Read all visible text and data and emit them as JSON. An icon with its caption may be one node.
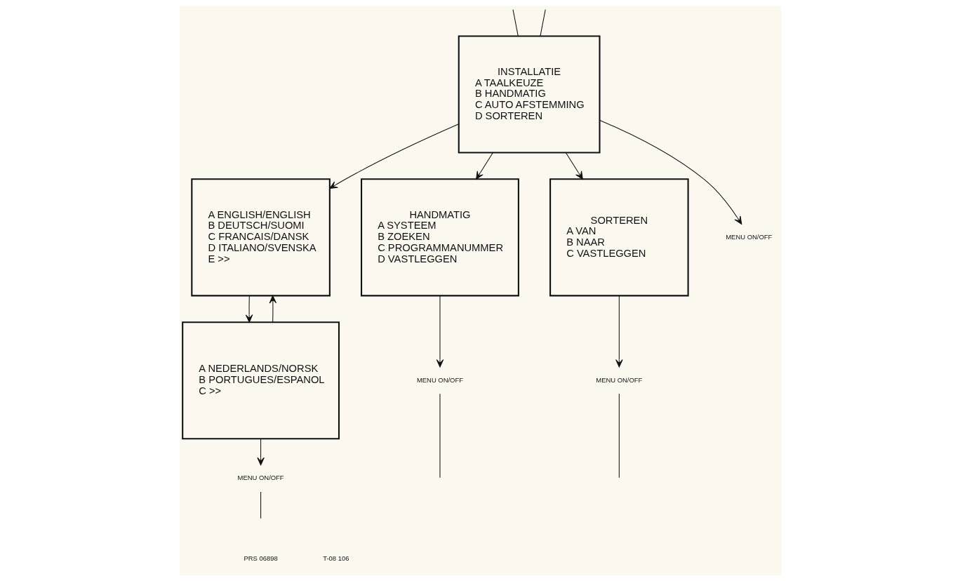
{
  "diagram": {
    "nodes": [
      {
        "text": [
          "INSTALLATIE",
          "A TAALKEUZE",
          "B HANDMATIG",
          "C AUTO AFSTEMMING",
          "D SORTEREN"
        ]
      },
      {
        "text": [
          "A ENGLISH/ENGLISH",
          "B DEUTSCH/SUOMI",
          "C FRANCAIS/DANSK",
          "D ITALIANO/SVENSKA",
          "E >>"
        ]
      },
      {
        "text": [
          "A NEDERLANDS/NORSK",
          "B PORTUGUES/ESPANOL",
          "C >>"
        ]
      },
      {
        "text": [
          "HANDMATIG",
          "A SYSTEEM",
          "B ZOEKEN",
          "C PROGRAMMANUMMER",
          "D VASTLEGGEN"
        ]
      },
      {
        "text": [
          "SORTEREN",
          "A VAN",
          "B NAAR",
          "C VASTLEGGEN"
        ]
      },
      {
        "text": [
          "MENU ON/OFF"
        ]
      },
      {
        "text": [
          "MENU ON/OFF"
        ]
      },
      {
        "text": [
          "MENU ON/OFF"
        ]
      },
      {
        "text": [
          "MENU ON/OFF"
        ]
      }
    ],
    "edges": [
      {
        "from": null,
        "to": 0,
        "arrow": "none"
      },
      {
        "from": null,
        "to": 0,
        "arrow": "none"
      },
      {
        "from": 0,
        "to": 1,
        "arrow": "to"
      },
      {
        "from": 0,
        "to": 3,
        "arrow": "to"
      },
      {
        "from": 0,
        "to": 4,
        "arrow": "to"
      },
      {
        "from": 1,
        "to": 2,
        "arrow": "to"
      },
      {
        "from": 2,
        "to": 1,
        "arrow": "to"
      },
      {
        "from": 0,
        "to": 5,
        "arrow": "to"
      },
      {
        "from": 2,
        "to": 6,
        "arrow": "to"
      },
      {
        "from": 3,
        "to": 7,
        "arrow": "to"
      },
      {
        "from": 4,
        "to": 8,
        "arrow": "to"
      },
      {
        "from": 6,
        "to": null,
        "arrow": "none"
      },
      {
        "from": 7,
        "to": null,
        "arrow": "none"
      },
      {
        "from": 8,
        "to": null,
        "arrow": "none"
      }
    ],
    "labels": [
      "PRS 06898",
      "T-08 106"
    ]
  }
}
